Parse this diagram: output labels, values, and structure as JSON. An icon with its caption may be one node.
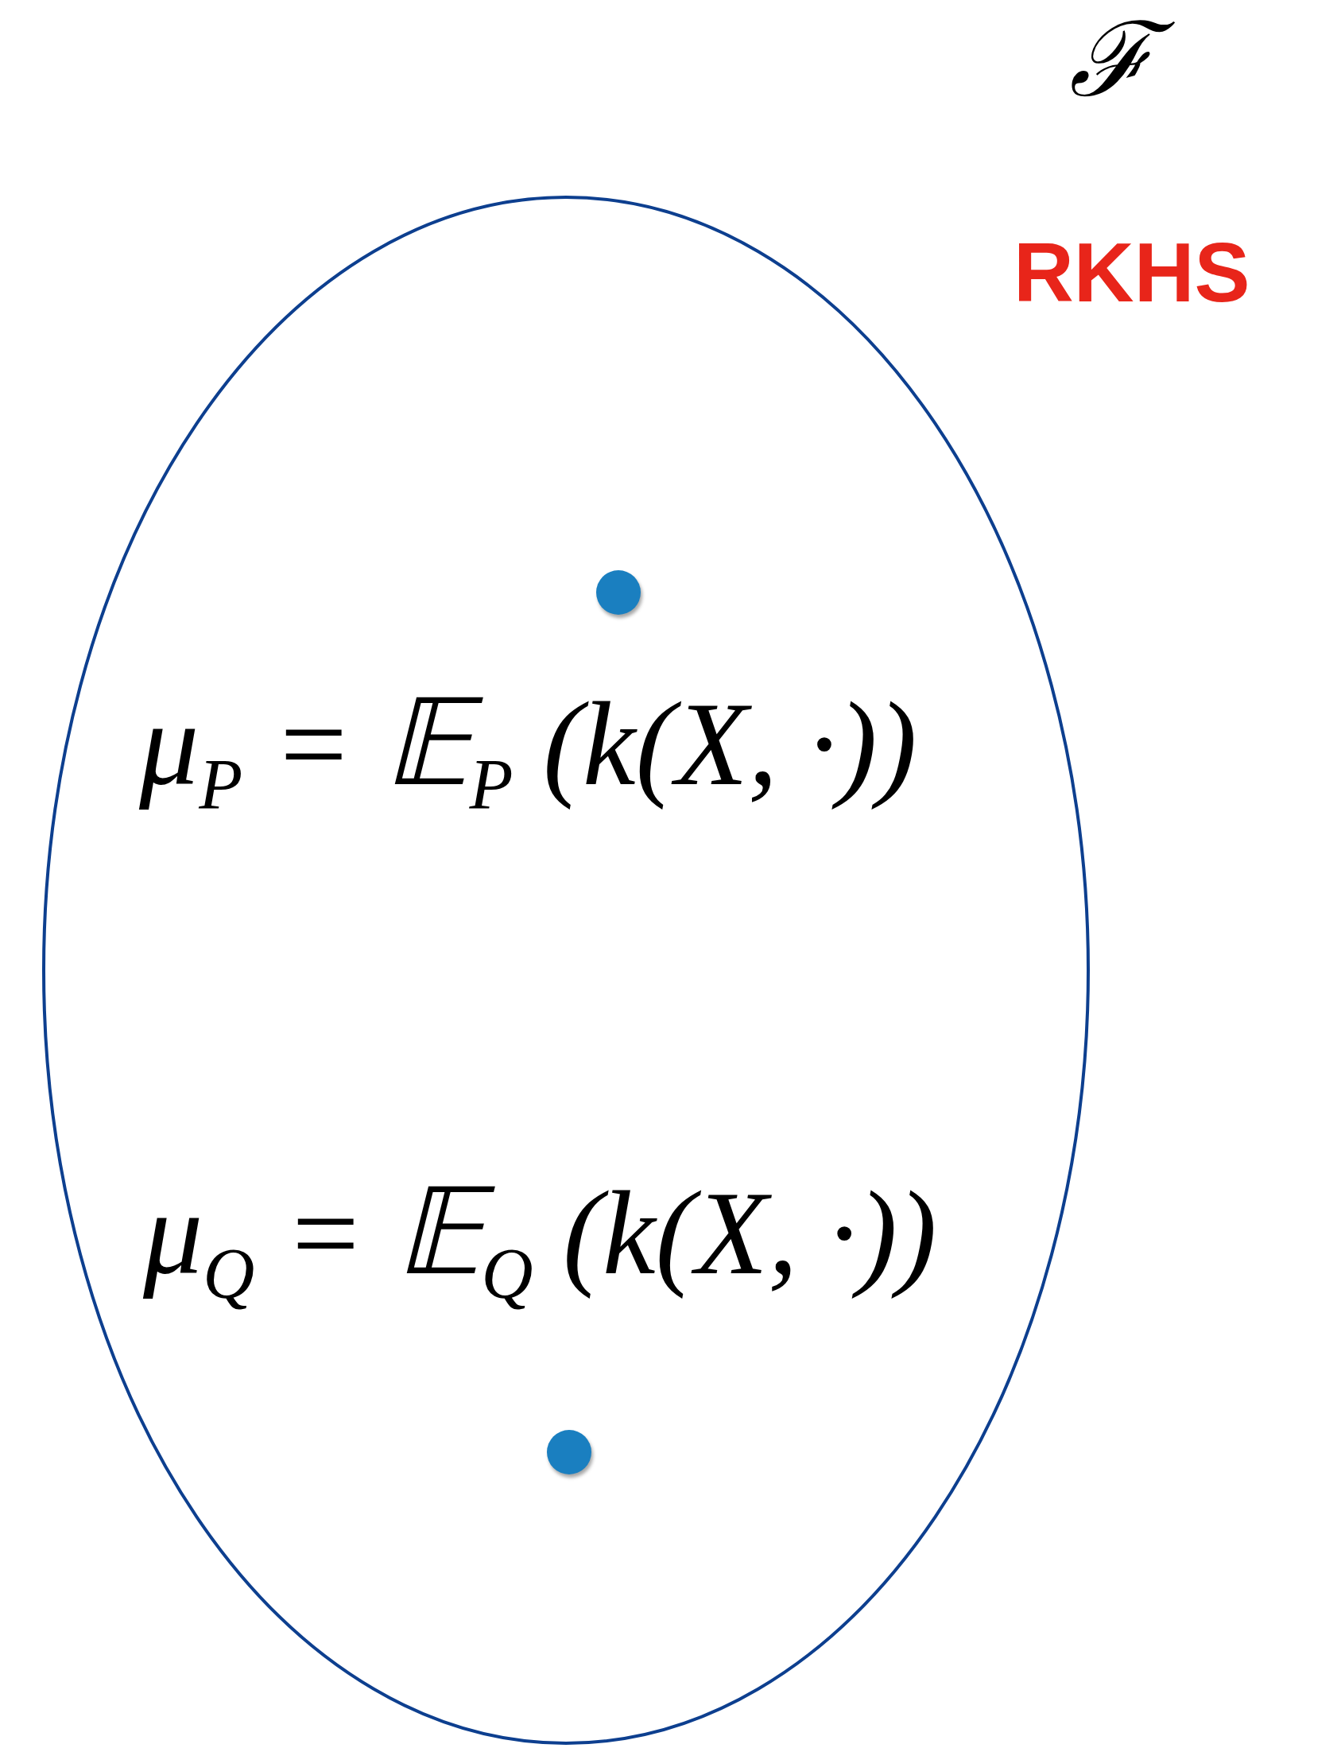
{
  "diagram": {
    "nodes": [
      {
        "text": [],
        "shape": "ellipse"
      },
      {
        "text": [],
        "shape": "circle",
        "in": 0
      },
      {
        "text": [],
        "shape": "circle",
        "in": 0
      }
    ],
    "labels": [
      "ℱ",
      "RKHS",
      "μ$_{P}$ = 𝔼$_{P}$ (k(X, ·))",
      "μ$_{Q}$ = 𝔼$_{Q}$ (k(X, ·))"
    ]
  }
}
